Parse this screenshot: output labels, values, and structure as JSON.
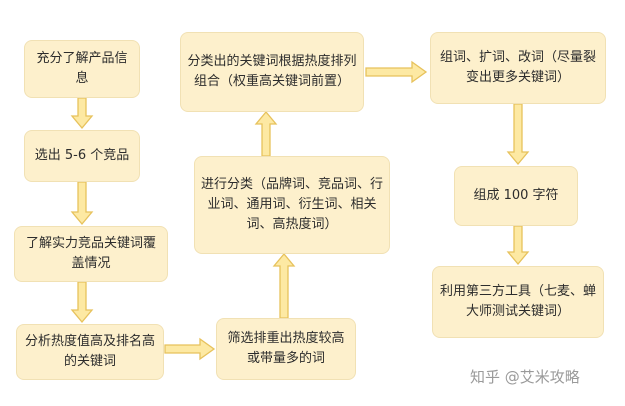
{
  "nodes": {
    "n1": "充分了解产品信息",
    "n2": "选出 5-6 个竞品",
    "n3": "了解实力竞品关键词覆盖情况",
    "n4": "分析热度值高及排名高的关键词",
    "n5": "筛选排重出热度较高或带量多的词",
    "n6": "进行分类（品牌词、竞品词、行业词、通用词、衍生词、相关词、高热度词）",
    "n7": "分类出的关键词根据热度排列组合（权重高关键词前置）",
    "n8": "组词、扩词、改词（尽量裂变出更多关键词）",
    "n9": "组成 100 字符",
    "n10": "利用第三方工具（七麦、蝉大师测试关键词）"
  },
  "watermark": "知乎 @艾米攻略",
  "colors": {
    "box_fill": "#fdf0cc",
    "box_border": "#f1e1b4",
    "arrow_fill": "#fde9a3",
    "arrow_stroke": "#e7c25c"
  }
}
